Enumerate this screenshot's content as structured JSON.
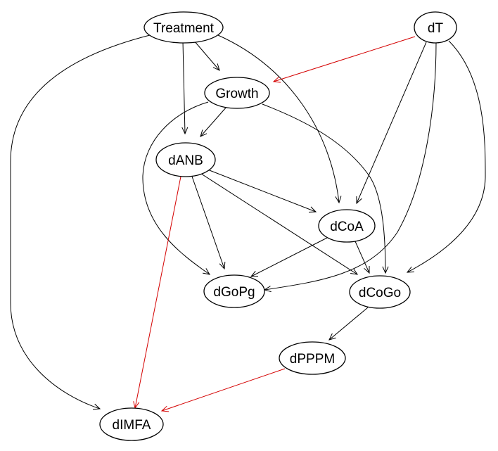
{
  "colors": {
    "normal_edge": "#000000",
    "highlight_edge": "#d40000"
  },
  "nodes": [
    {
      "id": "treatment",
      "label": "Treatment"
    },
    {
      "id": "dt",
      "label": "dT"
    },
    {
      "id": "growth",
      "label": "Growth"
    },
    {
      "id": "danb",
      "label": "dANB"
    },
    {
      "id": "dcoa",
      "label": "dCoA"
    },
    {
      "id": "dgopg",
      "label": "dGoPg"
    },
    {
      "id": "dcogo",
      "label": "dCoGo"
    },
    {
      "id": "dpppm",
      "label": "dPPPM"
    },
    {
      "id": "dimfa",
      "label": "dIMFA"
    }
  ],
  "edges": [
    {
      "from": "Treatment",
      "to": "Growth",
      "highlight": false
    },
    {
      "from": "Treatment",
      "to": "dANB",
      "highlight": false
    },
    {
      "from": "Treatment",
      "to": "dCoA",
      "highlight": false
    },
    {
      "from": "Treatment",
      "to": "dIMFA",
      "highlight": false
    },
    {
      "from": "dT",
      "to": "Growth",
      "highlight": true
    },
    {
      "from": "dT",
      "to": "dCoA",
      "highlight": false
    },
    {
      "from": "dT",
      "to": "dGoPg",
      "highlight": false
    },
    {
      "from": "dT",
      "to": "dCoGo",
      "highlight": false
    },
    {
      "from": "Growth",
      "to": "dANB",
      "highlight": false
    },
    {
      "from": "Growth",
      "to": "dGoPg",
      "highlight": false
    },
    {
      "from": "Growth",
      "to": "dCoGo",
      "highlight": false
    },
    {
      "from": "dANB",
      "to": "dCoA",
      "highlight": false
    },
    {
      "from": "dANB",
      "to": "dGoPg",
      "highlight": false
    },
    {
      "from": "dANB",
      "to": "dCoGo",
      "highlight": false
    },
    {
      "from": "dANB",
      "to": "dIMFA",
      "highlight": true
    },
    {
      "from": "dCoA",
      "to": "dGoPg",
      "highlight": false
    },
    {
      "from": "dCoA",
      "to": "dCoGo",
      "highlight": false
    },
    {
      "from": "dCoGo",
      "to": "dPPPM",
      "highlight": false
    },
    {
      "from": "dPPPM",
      "to": "dIMFA",
      "highlight": true
    }
  ]
}
